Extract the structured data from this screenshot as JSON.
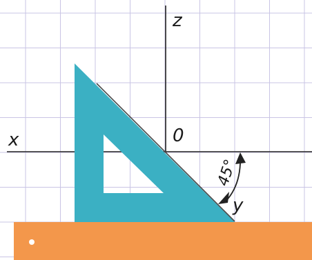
{
  "labels": {
    "axis_x": "x",
    "axis_y": "y",
    "axis_z": "z",
    "origin": "0",
    "angle": "45°"
  },
  "colors": {
    "grid": "#c9c4e4",
    "axis": "#222222",
    "triangle": "#3bb0c3",
    "triangle_edge": "#4a4a4a",
    "ruler": "#f3974b",
    "ruler_dot": "#ffffff",
    "arrow": "#222222"
  }
}
